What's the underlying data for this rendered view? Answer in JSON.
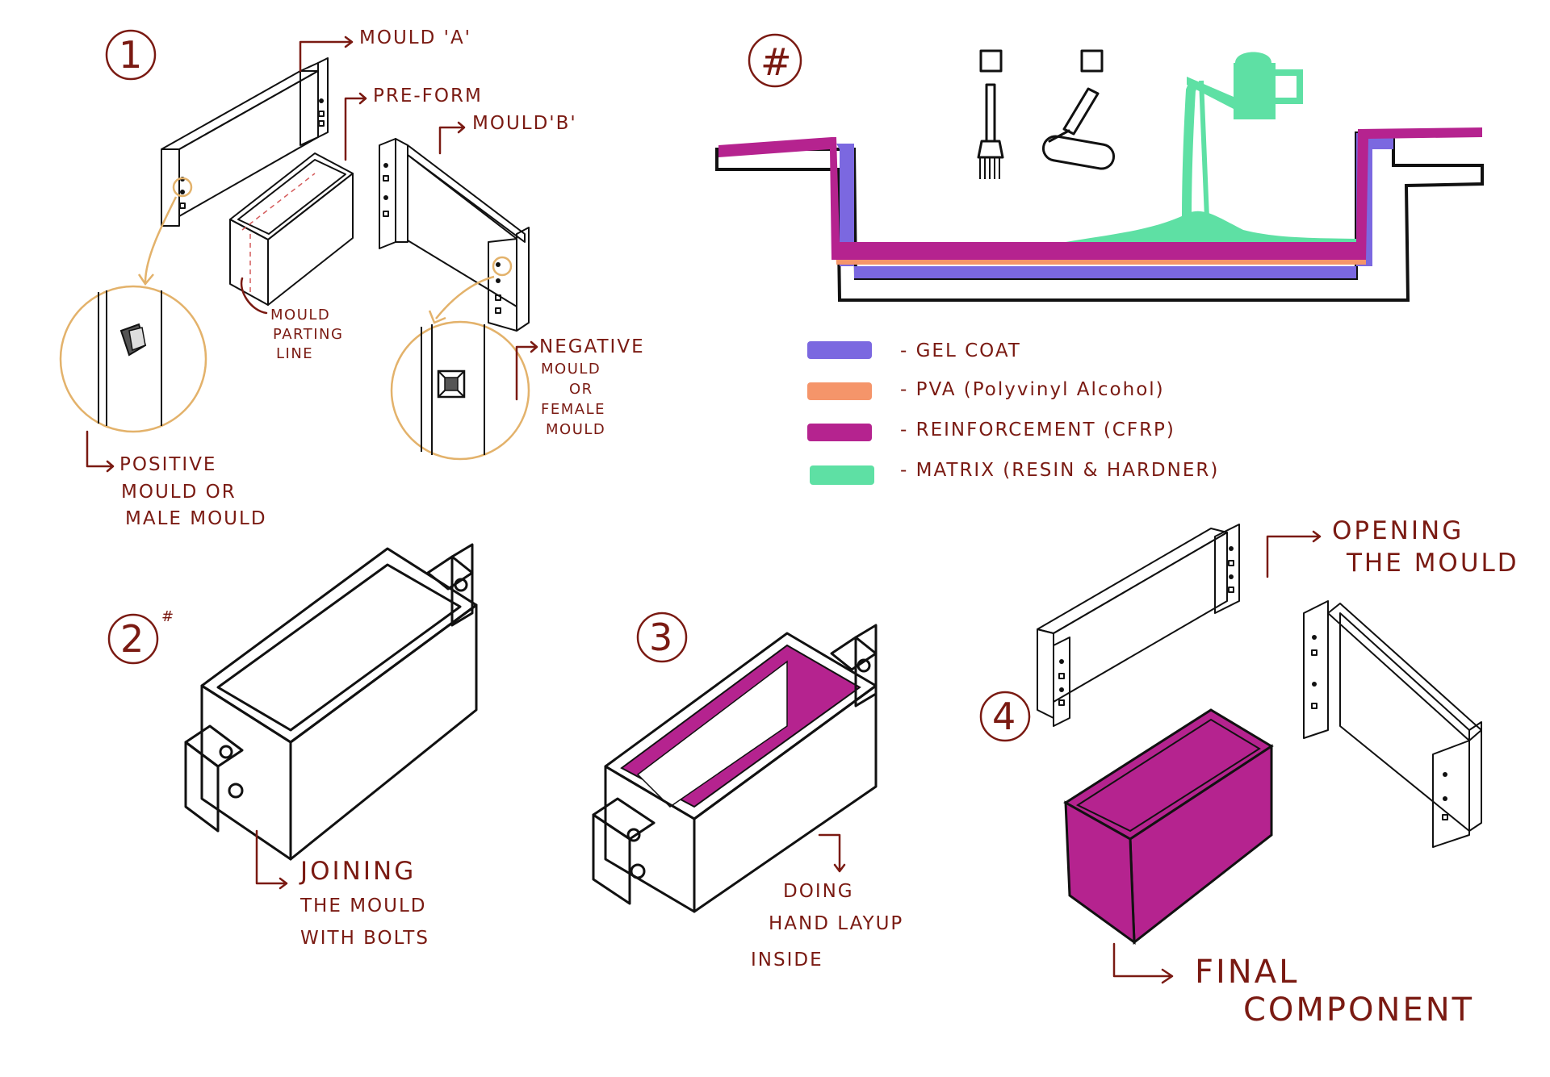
{
  "steps": {
    "step1": "1",
    "step2": "2",
    "step2_mark": "#",
    "step3": "3",
    "step4": "4",
    "hash": "#"
  },
  "labels": {
    "mould_a": "MOULD 'A'",
    "pre_form": "PRE-FORM",
    "mould_b": "MOULD'B'",
    "parting_line": [
      "MOULD",
      "PARTING",
      "LINE"
    ],
    "positive_mould": [
      "POSITIVE",
      "MOULD OR",
      "MALE MOULD"
    ],
    "negative_mould": [
      "NEGATIVE",
      "MOULD",
      "OR",
      "FEMALE",
      "MOULD"
    ],
    "joining": [
      "JOINING",
      "THE MOULD",
      "WITH BOLTS"
    ],
    "hand_layup": [
      "DOING",
      "HAND LAYUP",
      "INSIDE"
    ],
    "opening": [
      "OPENING",
      "THE MOULD"
    ],
    "final": [
      "FINAL",
      "COMPONENT"
    ]
  },
  "legend": [
    {
      "text": "- GEL COAT",
      "color": "#7b68e0"
    },
    {
      "text": "- PVA (Polyvinyl Alcohol)",
      "color": "#f5956a"
    },
    {
      "text": "- REINFORCEMENT (CFRP)",
      "color": "#b5238f"
    },
    {
      "text": "- MATRIX (RESIN & HARDNER)",
      "color": "#5ee0a4"
    }
  ],
  "colors": {
    "ink": "#7a1a12",
    "gel_coat": "#7b68e0",
    "pva": "#f5956a",
    "reinforcement": "#b5238f",
    "matrix": "#5ee0a4",
    "accent_circle": "#e3b26b"
  }
}
